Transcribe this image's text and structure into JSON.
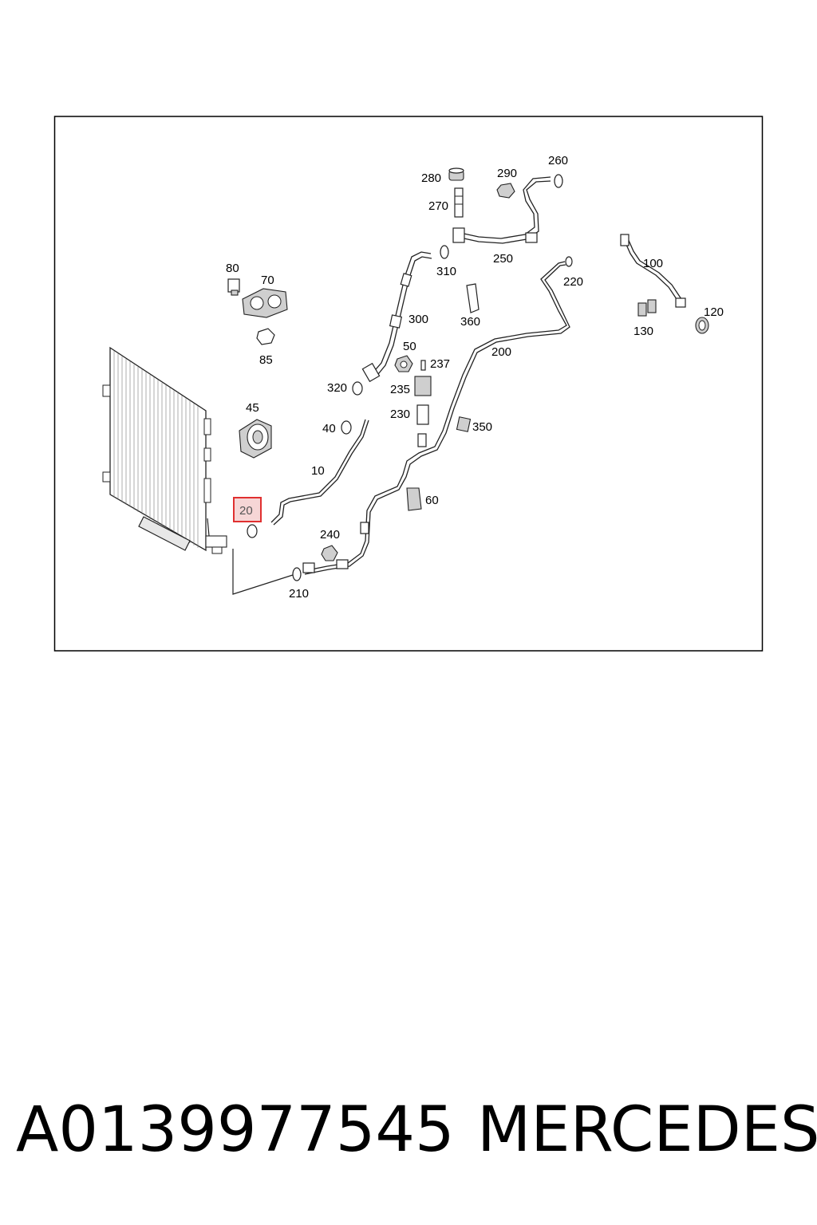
{
  "diagram": {
    "callouts": {
      "c10": "10",
      "c20": "20",
      "c40": "40",
      "c45": "45",
      "c50": "50",
      "c60": "60",
      "c70": "70",
      "c80": "80",
      "c85": "85",
      "c100": "100",
      "c120": "120",
      "c130": "130",
      "c200": "200",
      "c210": "210",
      "c220": "220",
      "c230": "230",
      "c235": "235",
      "c237": "237",
      "c240": "240",
      "c250": "250",
      "c260": "260",
      "c270": "270",
      "c280": "280",
      "c290": "290",
      "c300": "300",
      "c310": "310",
      "c320": "320",
      "c350": "350",
      "c360": "360"
    },
    "highlighted_callout": "20",
    "highlight_color": "#e03030",
    "highlight_fill": "#f6d6d6"
  },
  "caption": {
    "part_number": "A0139977545",
    "brand": "MERCEDES"
  }
}
